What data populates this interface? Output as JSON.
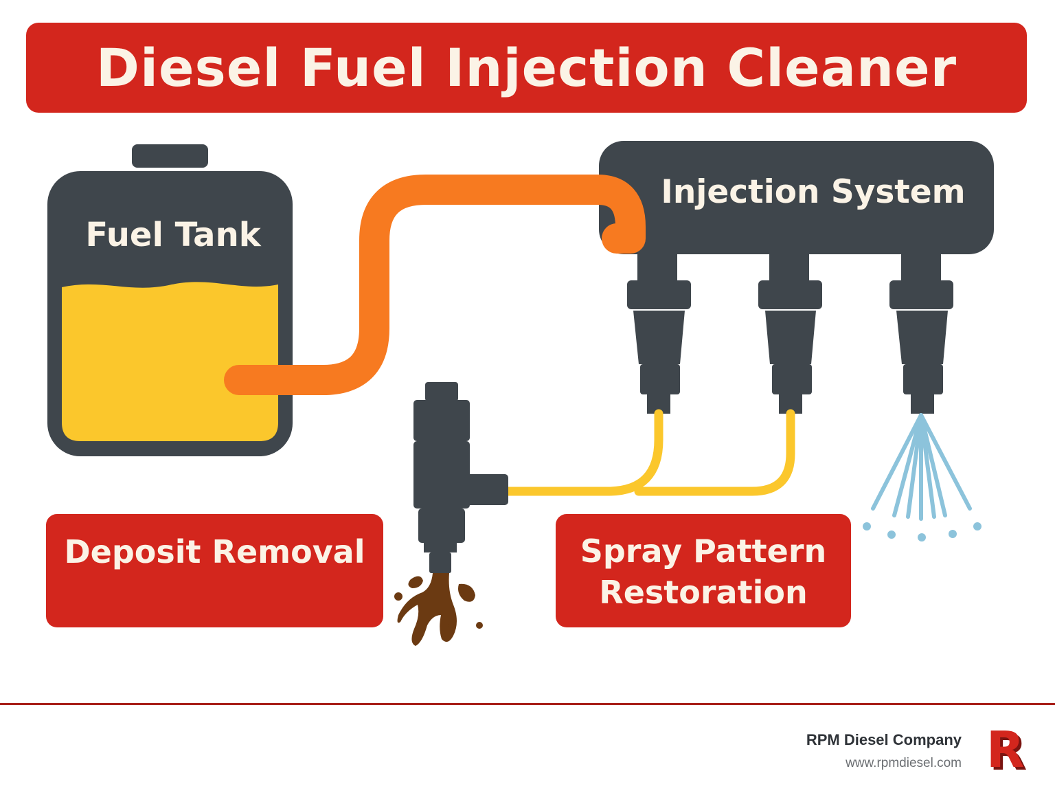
{
  "title": "Diesel Fuel Injection Cleaner",
  "components": {
    "fuel_tank": "Fuel Tank",
    "injection_system": "Injection System"
  },
  "labels": {
    "deposit_removal": "Deposit Removal",
    "spray_pattern_line1": "Spray Pattern",
    "spray_pattern_line2": "Restoration"
  },
  "footer": {
    "company": "RPM Diesel Company",
    "url": "www.rpmdiesel.com",
    "logo_letter": "R"
  },
  "colors": {
    "banner_red": "#d3261d",
    "tank_gray": "#3f464c",
    "fuel_yellow": "#fbc72c",
    "fuel_line_orange": "#f77a20",
    "spray_blue": "#8cc3db",
    "deposit_brown": "#6b3a12"
  }
}
